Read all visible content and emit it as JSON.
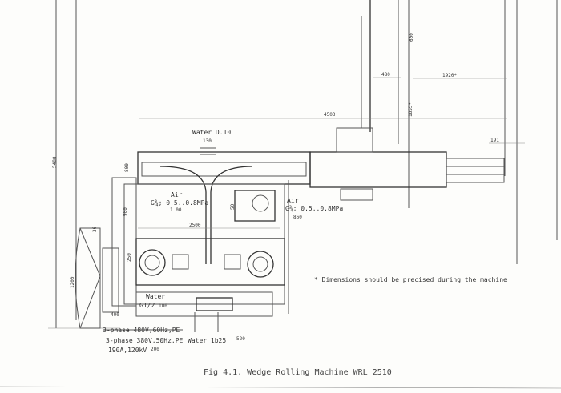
{
  "drawing": {
    "caption": "Fig 4.1. Wedge Rolling Machine WRL 2510",
    "note": "* Dimensions should be precised during the machine",
    "dimensions": {
      "overall_height": "5480",
      "top_width": "4503",
      "d480": "480",
      "d1920": "1920*",
      "d600": "600",
      "d1855": "1855*",
      "d191": "191",
      "d800": "800",
      "d900": "900",
      "d2500": "2500",
      "d50": "50",
      "d30": "30",
      "d1200": "1200",
      "d250": "250",
      "d400": "400"
    },
    "labels": {
      "water_top": "Water D.10",
      "water_top_height": "130",
      "air_left": "Air",
      "air_left_spec": "G¾; 0.5..0.8MPa",
      "air_left_height": "1.00",
      "air_right": "Air",
      "air_right_spec": "G¾; 0.5..0.8MPa",
      "air_right_height": "860",
      "water_bottom": "Water",
      "water_bottom_spec": "G1/2",
      "water_bottom_height": "100",
      "power_1": "3-phase 480V,60Hz,PE",
      "power_2": "3-phase 380V,50Hz,PE",
      "power_3": "190A,120kV",
      "power_height": "200",
      "water_inlet": "Water 1b25",
      "water_inlet_height": "520"
    }
  }
}
